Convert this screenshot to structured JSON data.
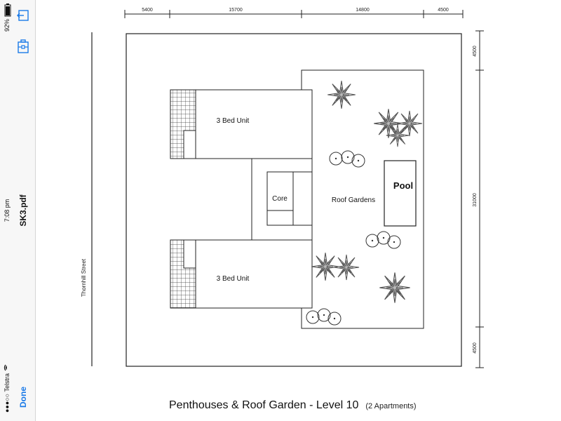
{
  "status_bar": {
    "battery": "92%",
    "time": "7:08 pm",
    "carrier": "●●●○○ Telstra"
  },
  "nav": {
    "title": "SK3.pdf",
    "done_label": "Done",
    "icons": [
      "back-arrow-icon",
      "briefcase-icon",
      "battery-icon",
      "wifi-icon"
    ]
  },
  "plan": {
    "top_dimensions": [
      "5400",
      "15700",
      "14800",
      "4500"
    ],
    "right_dimensions": [
      "4500",
      "31000",
      "4500"
    ],
    "street_label": "Thornhill Street",
    "rooms": {
      "unit_top": "3 Bed Unit",
      "unit_bottom": "3 Bed Unit",
      "core": "Core",
      "roof_gardens": "Roof Gardens",
      "pool": "Pool"
    },
    "caption_title": "Penthouses & Roof Garden - Level 10",
    "caption_sub": "(2 Apartments)"
  },
  "colors": {
    "accent": "#1a7ae8",
    "line": "#222222",
    "plant": "#555555"
  }
}
